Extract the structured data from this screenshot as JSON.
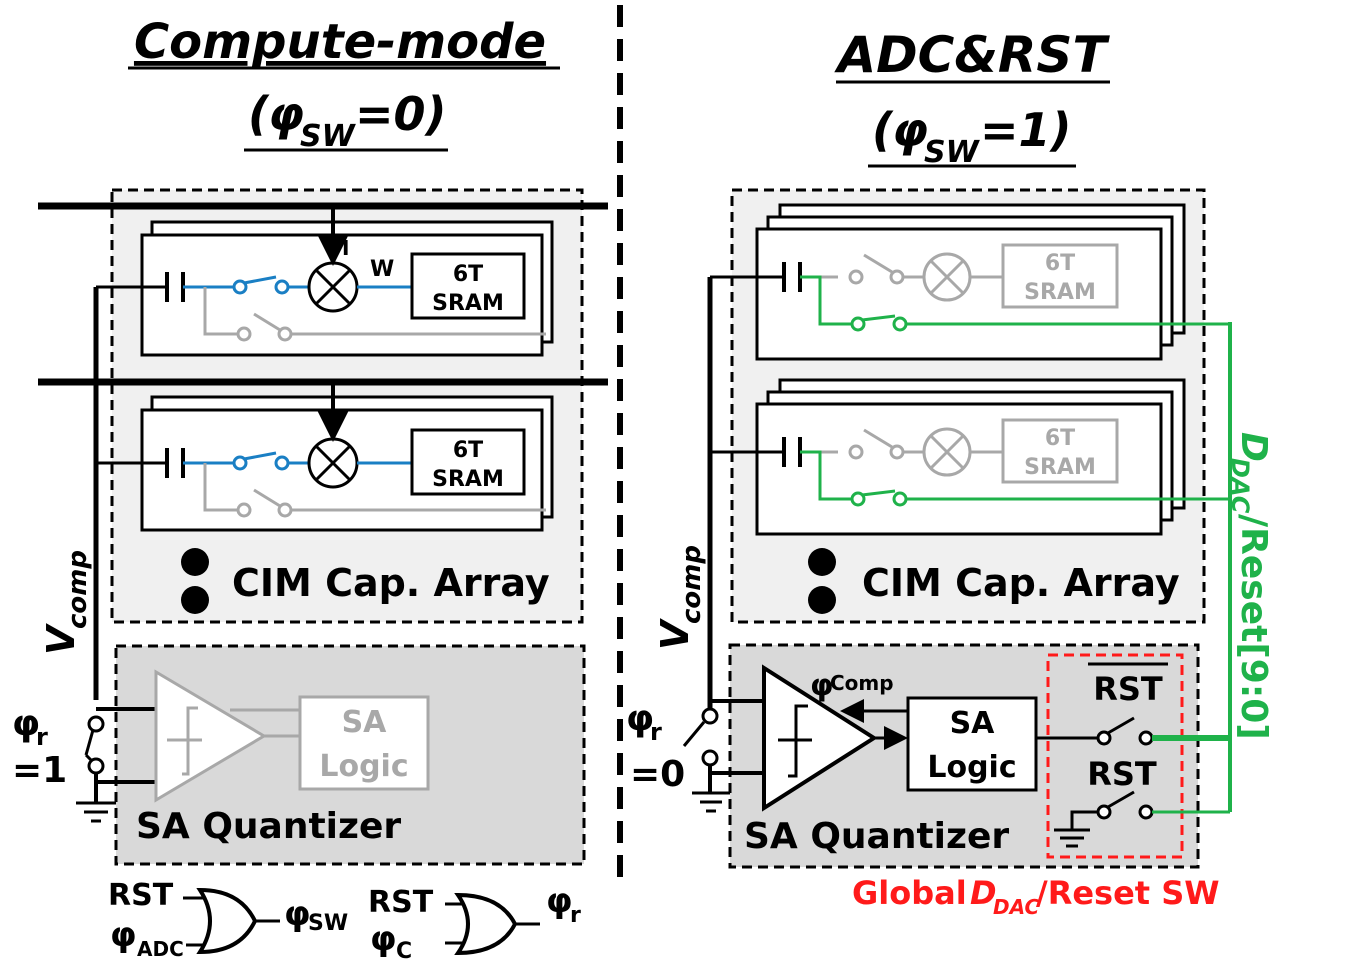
{
  "diagram": {
    "left_panel": {
      "title": "Compute-mode",
      "condition_prefix": "(",
      "condition_phi": "φ",
      "condition_sub": "SW",
      "condition_value": "=0)",
      "cells": [
        {
          "input_label": "I",
          "weight_label": "W",
          "sram_line1": "6T",
          "sram_line2": "SRAM",
          "state": "active"
        },
        {
          "sram_line1": "6T",
          "sram_line2": "SRAM",
          "state": "active"
        }
      ],
      "array_label": "CIM Cap. Array",
      "vcomp_main": "V",
      "vcomp_sub": "comp",
      "phi_r_label": "φ",
      "phi_r_sub": "r",
      "phi_r_value": "=1",
      "quantizer_label": "SA Quantizer",
      "sa_logic_line1": "SA",
      "sa_logic_line2": "Logic"
    },
    "right_panel": {
      "title": "ADC&RST",
      "condition_prefix": "(",
      "condition_phi": "φ",
      "condition_sub": "SW",
      "condition_value": "=1)",
      "cells": [
        {
          "sram_line1": "6T",
          "sram_line2": "SRAM",
          "state": "inactive"
        },
        {
          "sram_line1": "6T",
          "sram_line2": "SRAM",
          "state": "inactive"
        }
      ],
      "array_label": "CIM Cap. Array",
      "vcomp_main": "V",
      "vcomp_sub": "comp",
      "phi_r_label": "φ",
      "phi_r_sub": "r",
      "phi_r_value": "=0",
      "phi_comp_label": "φ",
      "phi_comp_sub": "Comp",
      "quantizer_label": "SA Quantizer",
      "sa_logic_line1": "SA",
      "sa_logic_line2": "Logic",
      "rst_bar_label": "RST",
      "rst_label": "RST",
      "bus_label_main": "D",
      "bus_label_sub": "DAC",
      "bus_label_rest": "/Reset[9:0]",
      "global_sw_prefix": "Global ",
      "global_sw_d": "D",
      "global_sw_sub": "DAC",
      "global_sw_rest": "/Reset SW"
    },
    "logic_gates": [
      {
        "in1": "RST",
        "in2_phi": "φ",
        "in2_sub": "ADC",
        "out_phi": "φ",
        "out_sub": "SW"
      },
      {
        "in1": "RST",
        "in2_phi": "φ",
        "in2_sub": "C",
        "out_phi": "φ",
        "out_sub": "r"
      }
    ],
    "colors": {
      "active_path": "#1a7fc4",
      "dac_bus": "#1fb24a",
      "inactive": "#a8a8a8",
      "global_switch_border": "#ff1a1a",
      "block_fill": "#f0f0f0",
      "quantizer_fill": "#d9d9d9"
    }
  }
}
